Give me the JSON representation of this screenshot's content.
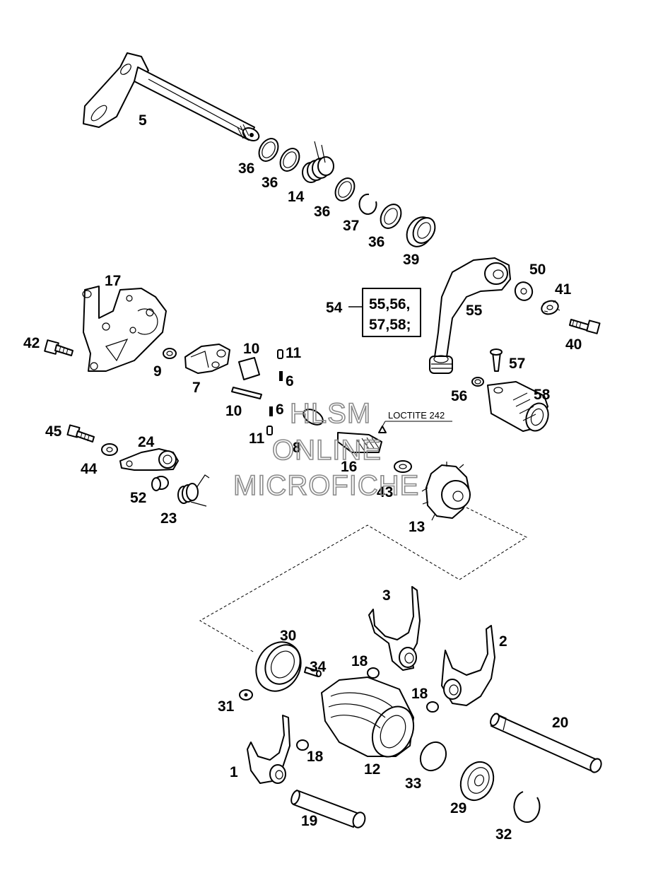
{
  "labels": {
    "p5": "5",
    "p36a": "36",
    "p36b": "36",
    "p14": "14",
    "p36c": "36",
    "p37": "37",
    "p36d": "36",
    "p39": "39",
    "p17": "17",
    "p42": "42",
    "p9": "9",
    "p7": "7",
    "p10a": "10",
    "p11a": "11",
    "p6a": "6",
    "p10b": "10",
    "p6b": "6",
    "p11b": "11",
    "p8": "8",
    "p16": "16",
    "p43": "43",
    "p13": "13",
    "p45": "45",
    "p44": "44",
    "p24": "24",
    "p52": "52",
    "p23": "23",
    "p54": "54",
    "p55": "55",
    "p50": "50",
    "p41": "41",
    "p40": "40",
    "p57": "57",
    "p56": "56",
    "p58": "58",
    "p3": "3",
    "p2": "2",
    "p30": "30",
    "p34": "34",
    "p18a": "18",
    "p18b": "18",
    "p18c": "18",
    "p31": "31",
    "p20": "20",
    "p1": "1",
    "p12": "12",
    "p33": "33",
    "p29": "29",
    "p19": "19",
    "p32": "32"
  },
  "kit_box": {
    "line1": "55,56,",
    "line2": "57,58;"
  },
  "loctite_note": "LOCTITE 242",
  "watermark": {
    "line1": "HLSM",
    "line2": "ONLINE",
    "line3": "MICROFICHE"
  }
}
